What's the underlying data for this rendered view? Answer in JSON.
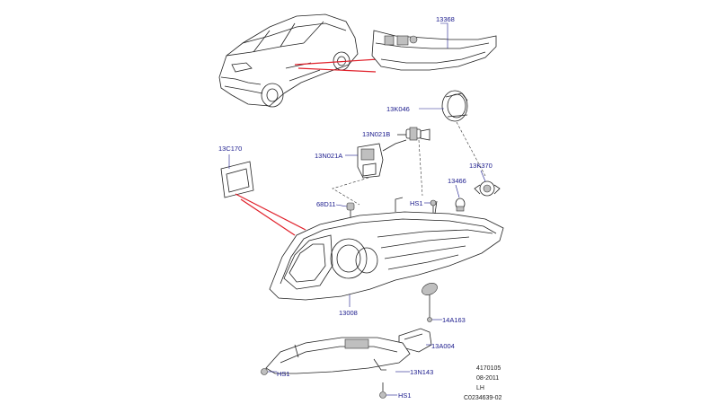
{
  "labels": {
    "p13368": "13368",
    "p13K046": "13K046",
    "p13N021B": "13N021B",
    "p13N021A": "13N021A",
    "p13C170": "13C170",
    "p13K370": "13K370",
    "p13466": "13466",
    "pHS1_a": "HS1",
    "p68D11": "68D11",
    "p13008": "13008",
    "p14A163": "14A163",
    "p13A004": "13A004",
    "pHS1_b": "HS1",
    "p13N143": "13N143",
    "pHS1_c": "HS1"
  },
  "footer": {
    "code1": "4170105",
    "date": "08-2011",
    "side": "LH",
    "ref": "C0234639-02"
  },
  "colors": {
    "label": "#1a1a8c",
    "highlight": "#e0202a"
  }
}
